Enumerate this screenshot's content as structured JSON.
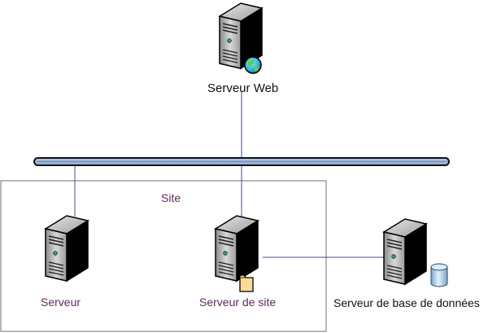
{
  "diagram": {
    "nodes": {
      "web_server": {
        "label": "Serveur Web",
        "icon": "server-web-globe-icon"
      },
      "server": {
        "label": "Serveur",
        "icon": "server-icon"
      },
      "site_server": {
        "label": "Serveur de site",
        "icon": "server-document-icon"
      },
      "db_server": {
        "label": "Serveur de base de données",
        "icon": "server-database-icon"
      }
    },
    "groups": {
      "site": {
        "label": "Site"
      }
    },
    "colors": {
      "connector": "#4a4a8c",
      "bus_fill": "#98b4d4",
      "bus_outline": "#111111",
      "group_border": "#a0a0a0",
      "label_purple": "#5e2a5e",
      "label_black": "#111111"
    },
    "connections": [
      {
        "from": "web_server",
        "to": "network-bus"
      },
      {
        "from": "network-bus",
        "to": "server"
      },
      {
        "from": "network-bus",
        "to": "site_server"
      },
      {
        "from": "site_server",
        "to": "db_server"
      }
    ]
  }
}
